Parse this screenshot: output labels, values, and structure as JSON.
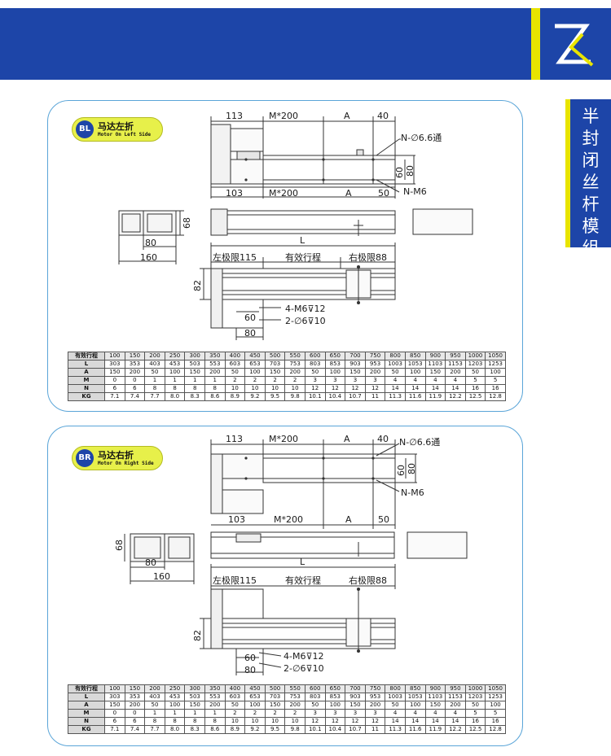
{
  "side_tab": {
    "chars": [
      "半",
      "封",
      "闭",
      "丝",
      "杆",
      "模",
      "组"
    ]
  },
  "bl": {
    "badge": {
      "code": "BL",
      "title": "马达左折",
      "subtitle": "Motor On Left Side"
    },
    "dims": {
      "top_left": "113",
      "top_m": "M*200",
      "top_a": "A",
      "top_right": "40",
      "hole_note": "N-∅6.6通",
      "h60": "60",
      "h80": "80",
      "bot_left": "103",
      "bot_m": "M*200",
      "bot_a": "A",
      "bot_right": "50",
      "nm6": "N-M6",
      "end_h68": "68",
      "end_80": "80",
      "end_160": "160",
      "total_l": "L",
      "left_limit": "左极限115",
      "stroke": "有效行程",
      "right_limit": "右极限88",
      "h82": "82",
      "m6_note": "4-M6⊽12",
      "pin_note": "2-∅6⊽10",
      "s60": "60",
      "s80": "80"
    }
  },
  "br": {
    "badge": {
      "code": "BR",
      "title": "马达右折",
      "subtitle": "Motor On Right Side"
    },
    "dims": {
      "top_left": "113",
      "top_m": "M*200",
      "top_a": "A",
      "top_right": "40",
      "hole_note": "N-∅6.6通",
      "h60": "60",
      "h80": "80",
      "bot_left": "103",
      "bot_m": "M*200",
      "bot_a": "A",
      "bot_right": "50",
      "nm6": "N-M6",
      "end_h68": "68",
      "end_80": "80",
      "end_160": "160",
      "total_l": "L",
      "left_limit": "左极限115",
      "stroke": "有效行程",
      "right_limit": "右极限88",
      "h82": "82",
      "m6_note": "4-M6⊽12",
      "pin_note": "2-∅6⊽10",
      "s60": "60",
      "s80": "80"
    }
  },
  "spec_table": {
    "header_label": "有效行程",
    "strokes": [
      "100",
      "150",
      "200",
      "250",
      "300",
      "350",
      "400",
      "450",
      "500",
      "550",
      "600",
      "650",
      "700",
      "750",
      "800",
      "850",
      "900",
      "950",
      "1000",
      "1050"
    ],
    "rows": [
      {
        "label": "L",
        "values": [
          "303",
          "353",
          "403",
          "453",
          "503",
          "553",
          "603",
          "653",
          "703",
          "753",
          "803",
          "853",
          "903",
          "953",
          "1003",
          "1053",
          "1103",
          "1153",
          "1203",
          "1253"
        ]
      },
      {
        "label": "A",
        "values": [
          "150",
          "200",
          "50",
          "100",
          "150",
          "200",
          "50",
          "100",
          "150",
          "200",
          "50",
          "100",
          "150",
          "200",
          "50",
          "100",
          "150",
          "200",
          "50",
          "100"
        ]
      },
      {
        "label": "M",
        "values": [
          "0",
          "0",
          "1",
          "1",
          "1",
          "1",
          "2",
          "2",
          "2",
          "2",
          "3",
          "3",
          "3",
          "3",
          "4",
          "4",
          "4",
          "4",
          "5",
          "5"
        ]
      },
      {
        "label": "N",
        "values": [
          "6",
          "6",
          "8",
          "8",
          "8",
          "8",
          "10",
          "10",
          "10",
          "10",
          "12",
          "12",
          "12",
          "12",
          "14",
          "14",
          "14",
          "14",
          "16",
          "16"
        ]
      },
      {
        "label": "KG",
        "values": [
          "7.1",
          "7.4",
          "7.7",
          "8.0",
          "8.3",
          "8.6",
          "8.9",
          "9.2",
          "9.5",
          "9.8",
          "10.1",
          "10.4",
          "10.7",
          "11",
          "11.3",
          "11.6",
          "11.9",
          "12.2",
          "12.5",
          "12.8"
        ]
      }
    ]
  }
}
